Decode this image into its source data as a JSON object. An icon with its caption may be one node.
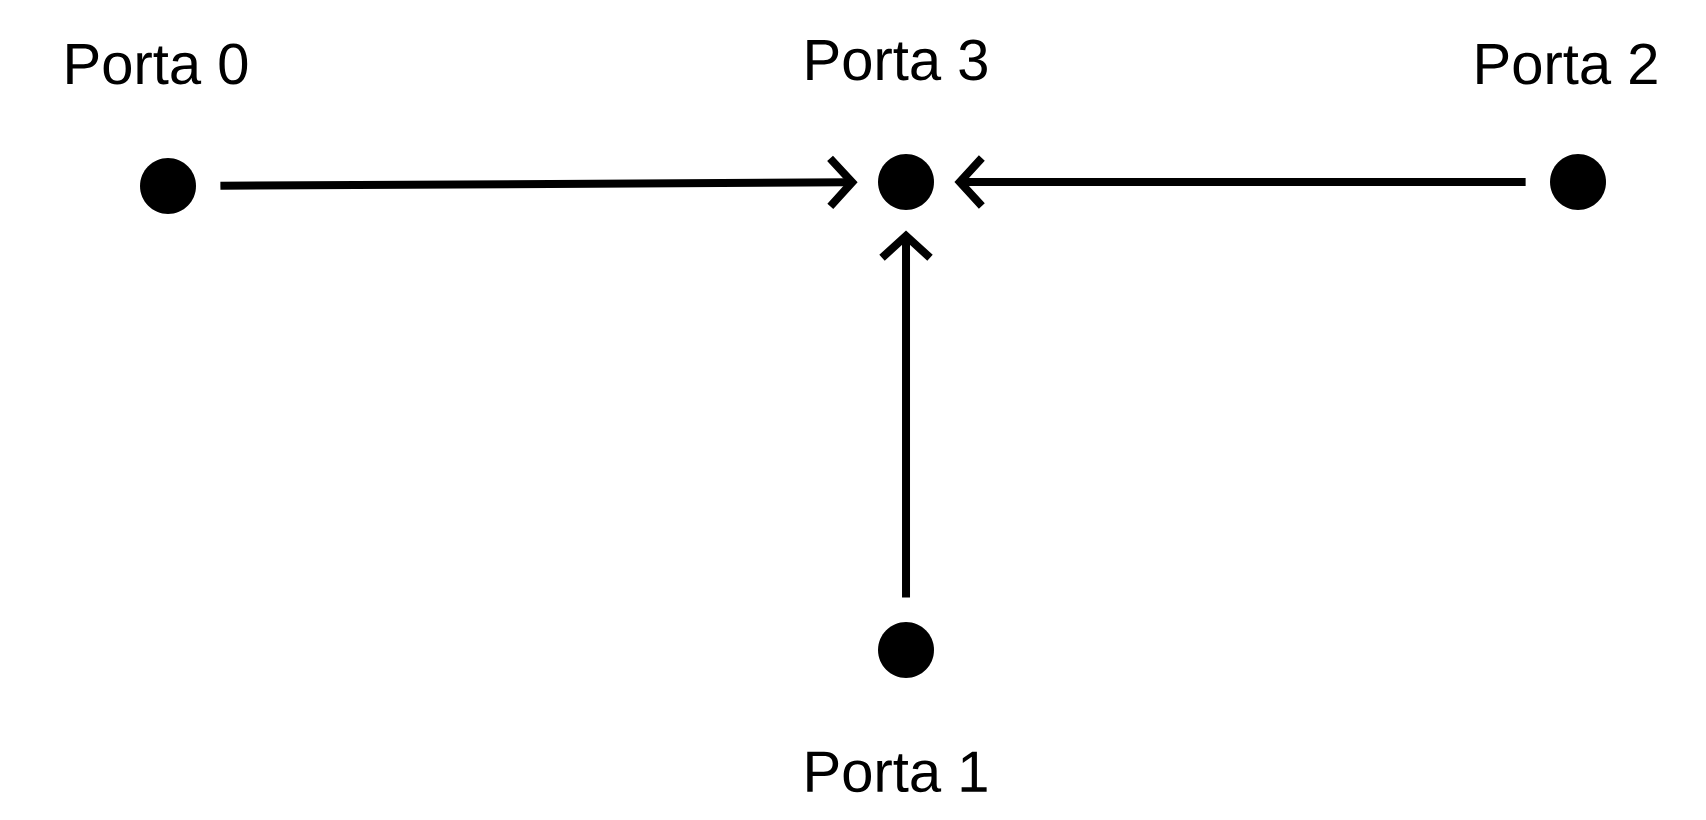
{
  "diagram": {
    "nodes": [
      {
        "text": [
          "Porta 0"
        ]
      },
      {
        "text": [
          "Porta 3"
        ]
      },
      {
        "text": [
          "Porta 2"
        ]
      },
      {
        "text": [
          "Porta 1"
        ]
      }
    ],
    "edges": [
      {
        "from": 0,
        "to": 1,
        "arrow": "to"
      },
      {
        "from": 2,
        "to": 1,
        "arrow": "to"
      },
      {
        "from": 3,
        "to": 1,
        "arrow": "to"
      }
    ]
  }
}
